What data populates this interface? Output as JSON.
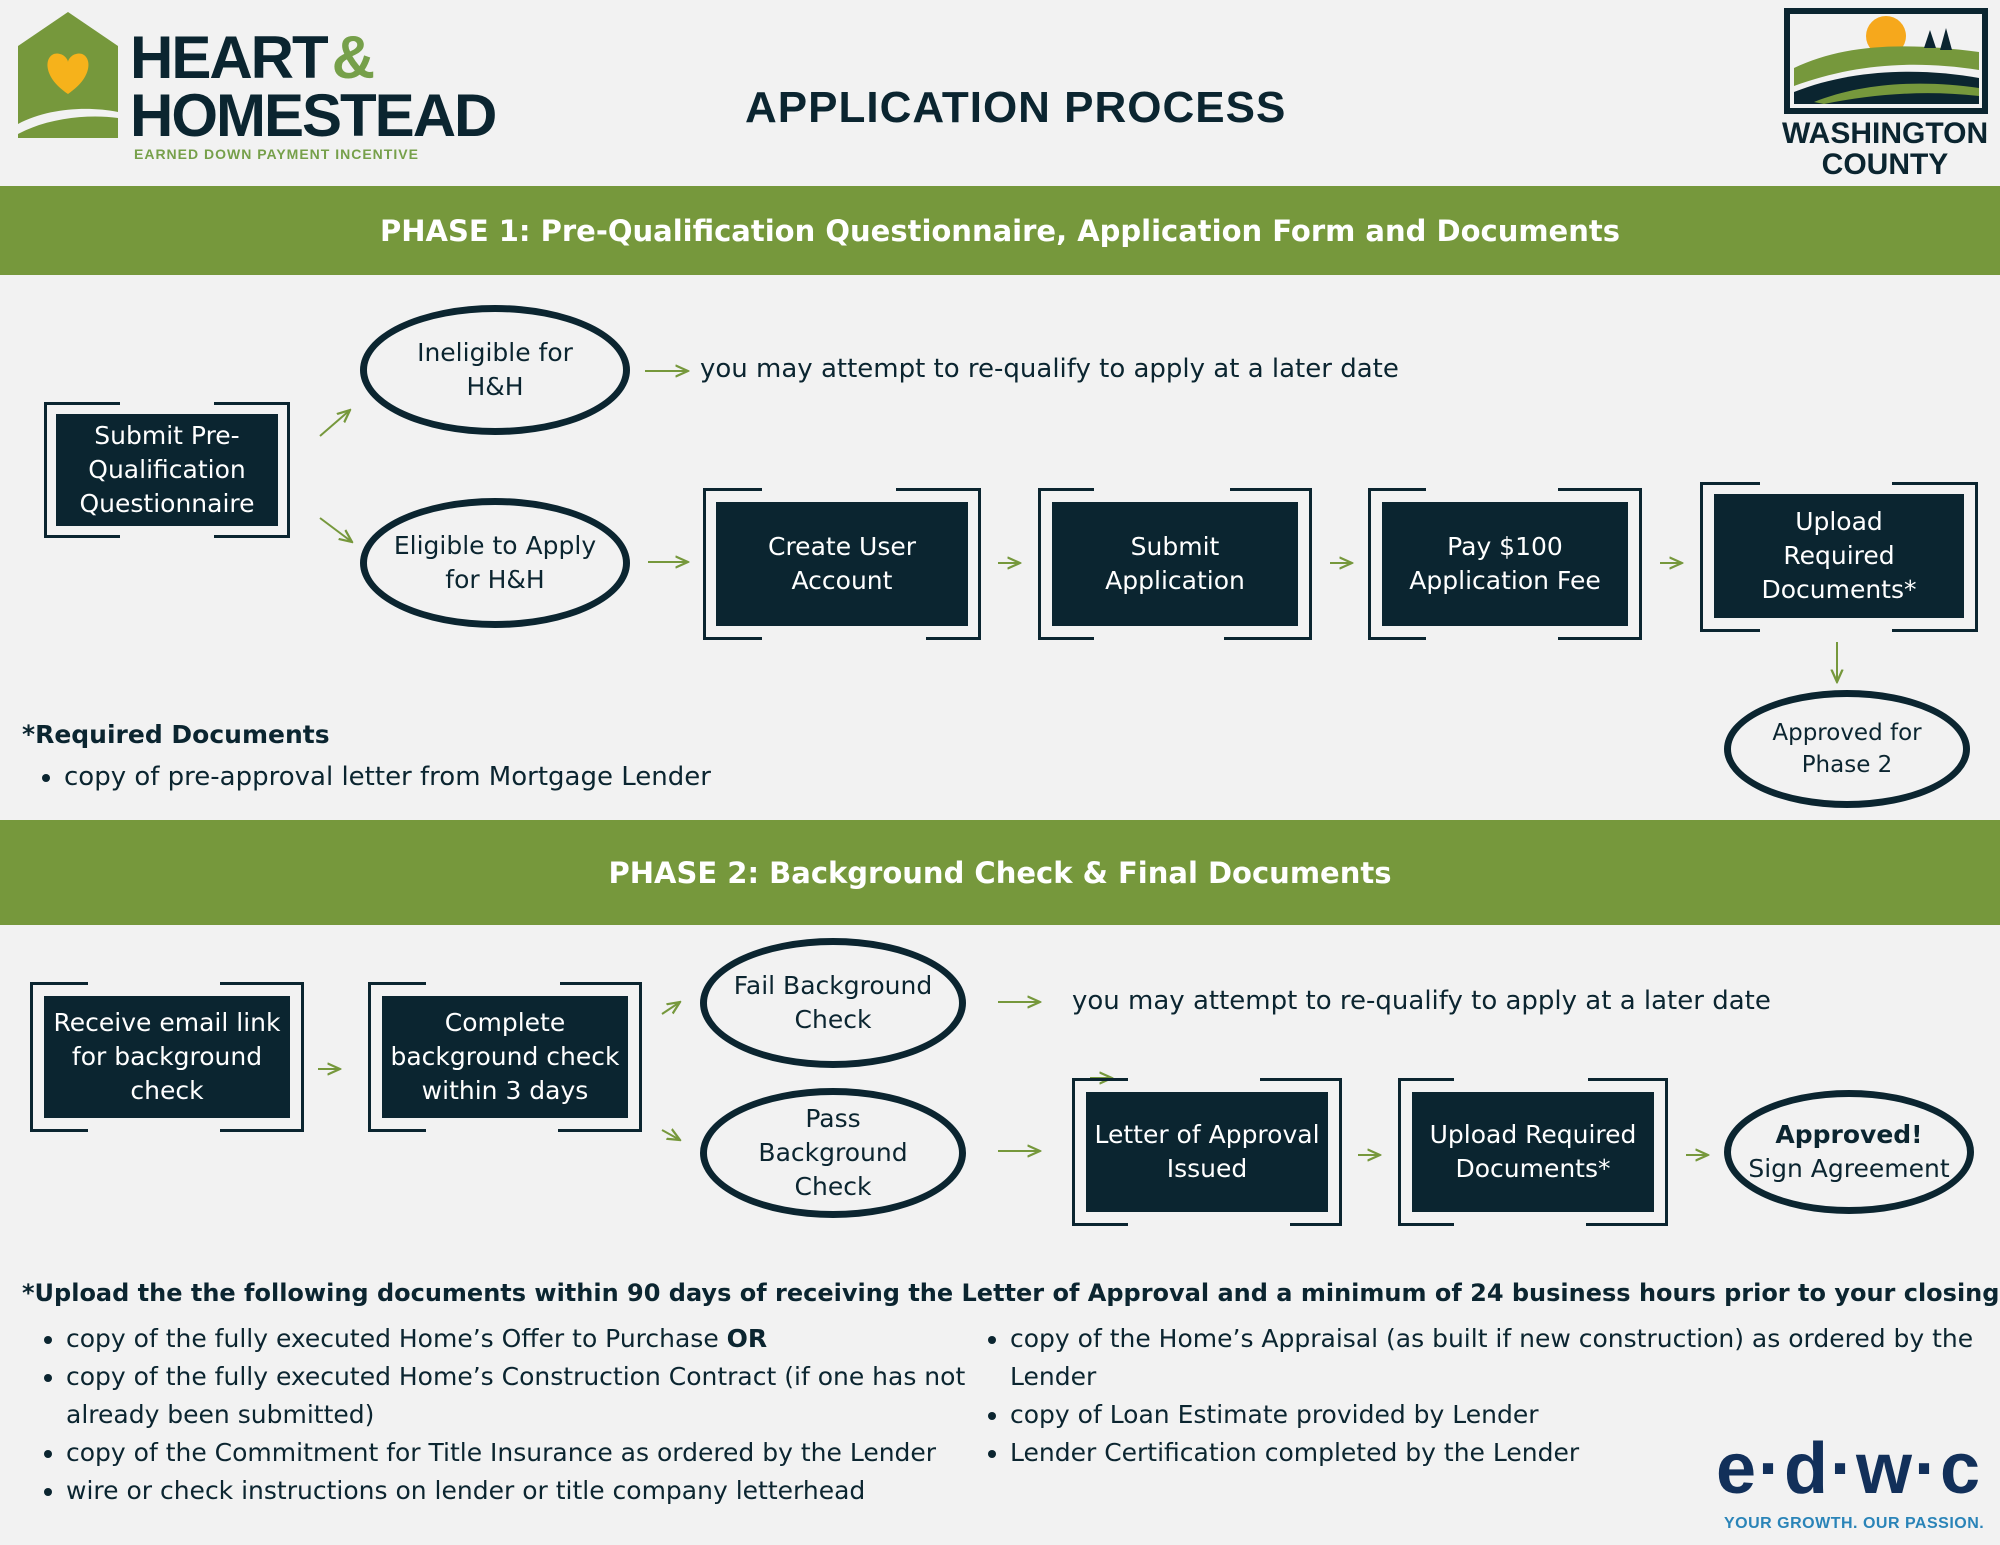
{
  "header": {
    "logo_line1": "HEART",
    "logo_amp": "&",
    "logo_line2": "HOMESTEAD",
    "logo_tagline": "EARNED DOWN PAYMENT INCENTIVE",
    "page_title": "APPLICATION PROCESS",
    "county_line1": "WASHINGTON",
    "county_line2": "COUNTY"
  },
  "phase1": {
    "banner": "PHASE 1: Pre-Qualification Questionnaire,  Application Form and Documents",
    "submit_prequal": "Submit Pre-Qualification Questionnaire",
    "ineligible": "Ineligible for H&H",
    "ineligible_note": "you may attempt to re-qualify to apply at a later date",
    "eligible": "Eligible to Apply for H&H",
    "create_account": "Create User Account",
    "submit_application": "Submit Application",
    "pay_fee": "Pay $100 Application Fee",
    "upload_docs": "Upload Required Documents*",
    "approved": "Approved for Phase 2",
    "required_title": "*Required Documents",
    "required_items": [
      "copy of pre-approval letter from Mortgage Lender"
    ]
  },
  "phase2": {
    "banner": "PHASE 2: Background Check & Final Documents",
    "receive_email": "Receive email link for background check",
    "complete_check": "Complete background check within 3 days",
    "fail_check": "Fail Background Check",
    "fail_note": "you may attempt to re-qualify to apply at a later date",
    "pass_check": "Pass Background Check",
    "letter_issued": "Letter of Approval Issued",
    "upload_docs": "Upload Required Documents*",
    "approved_title": "Approved!",
    "approved_sub": "Sign Agreement",
    "upload_title": "*Upload the the following documents within 90 days of receiving the Letter of Approval and a minimum of 24 business hours prior to your closing :",
    "left_items": [
      {
        "text": "copy of the fully executed Home’s Offer to Purchase ",
        "bold": "OR"
      },
      {
        "text": "copy of the fully executed Home’s Construction Contract (if one has not already been submitted)",
        "bold": ""
      },
      {
        "text": "copy of the Commitment for Title Insurance as ordered by the Lender",
        "bold": ""
      },
      {
        "text": "wire or check instructions on lender or title company letterhead",
        "bold": ""
      }
    ],
    "right_items": [
      "copy of the Home’s Appraisal (as built if new construction) as ordered by the Lender",
      "copy of Loan Estimate provided by Lender",
      "Lender Certification completed by the Lender"
    ]
  },
  "footer": {
    "edwc_logo": "e·d·w·c",
    "edwc_tagline": "YOUR GROWTH. OUR PASSION."
  },
  "colors": {
    "navy": "#0b2530",
    "green": "#76983c",
    "background": "#f2f2f2",
    "heart_yellow": "#f6b21b"
  }
}
